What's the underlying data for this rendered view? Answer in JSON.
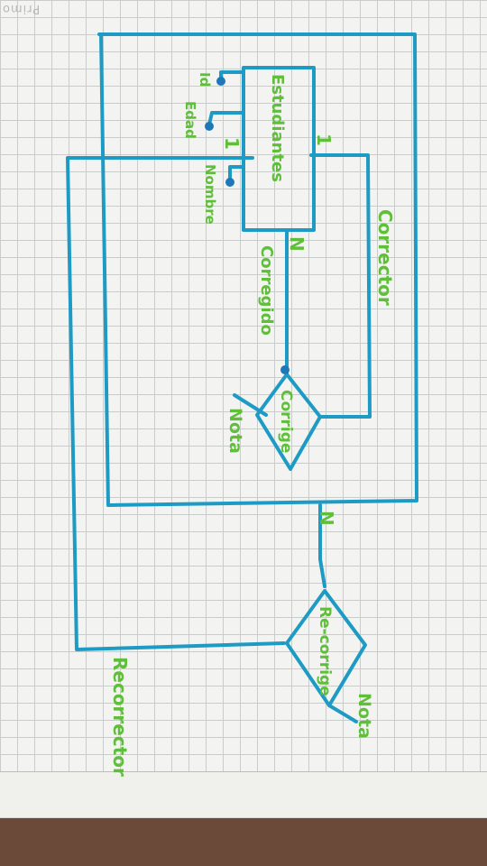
{
  "brand": "Primo",
  "entity": {
    "name": "Estudiantes"
  },
  "attributes": [
    "Id",
    "Edad",
    "Nombre"
  ],
  "relationships": {
    "corrige": {
      "label": "Corrige",
      "attribute": "Nota"
    },
    "recorrige": {
      "label": "Re-corrige",
      "attribute": "Nota"
    }
  },
  "roles": {
    "corrector": "Corrector",
    "corregido": "Corregido",
    "recorrector": "Recorrector"
  },
  "cardinalities": {
    "corrector_side": "1",
    "corregido_side": "N",
    "recorrector_side": "1",
    "recorrige_many": "N"
  },
  "colors": {
    "ink": "#1e9bc4",
    "text": "#5fbf3a",
    "dot": "#1e78b8"
  }
}
